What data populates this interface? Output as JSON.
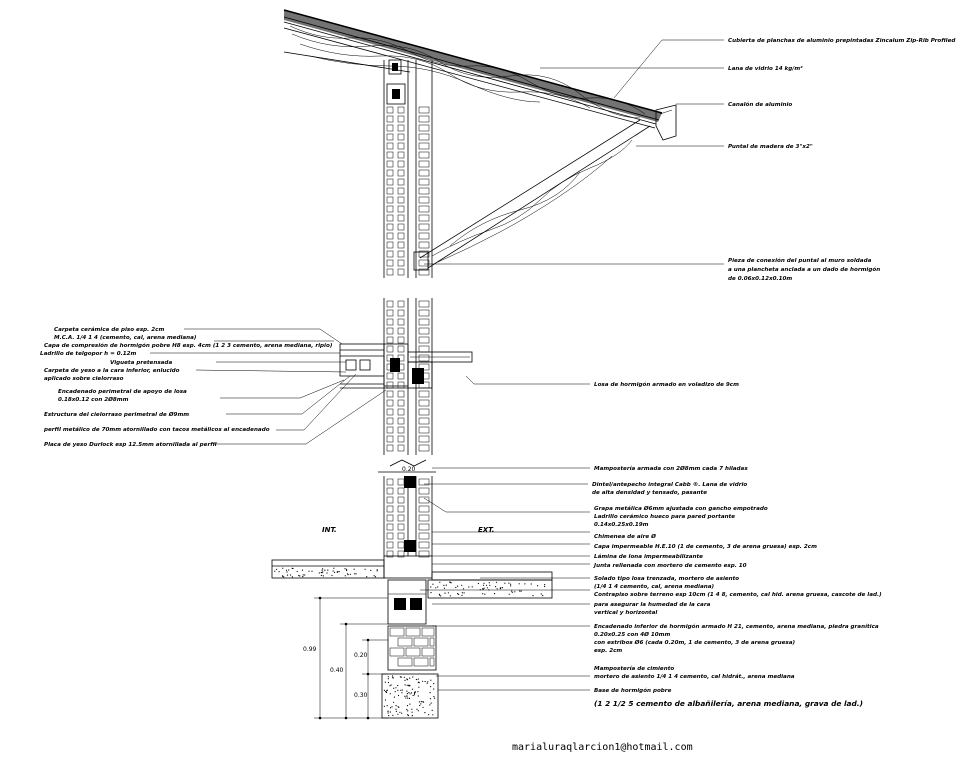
{
  "title_labels": {
    "roof_cover": "Cubierta de planchas de aluminio prepintadas Zincalum Zip-Rib Profiled",
    "glass_wool": "Lana de vidrio 14 kg/m²",
    "gutter": "Canalón de aluminio",
    "strut": "Puntal de madera de 3\"x2\"",
    "strut_anchor_1": "Pieza de conexión del puntal al muro soldada",
    "strut_anchor_2": "a una plancheta anclada a un dado de hormigón",
    "strut_anchor_3": "de 0.06x0.12x0.10m",
    "slab": "Losa de hormigón armado en voladizo de 9cm",
    "floor_1": "Carpeta cerámica de piso esp. 2cm",
    "floor_2": "M.C.A. 1/4 1 4 (cemento, cal, arena mediana)",
    "floor_3": "Capa de compresión de hormigón pobre H8 esp. 4cm (1 2 3 cemento, arena mediana, ripio)",
    "floor_4": "Ladrillo de telgopor h = 0.12m",
    "floor_5": "Vigueta pretensada",
    "floor_6": "Carpeta de yeso a la cara inferior, enlucido",
    "floor_7": "aplicado sobre cielorraso",
    "beam_1": "Encadenado perimetral de apoyo de losa",
    "beam_2": "0.18x0.12 con 2Ø8mm",
    "steel_1": "Estructura del cielorraso perimetral de Ø9mm",
    "steel_2": "perfil metálico de 70mm atornillado con tacos metálicos al encadenado",
    "plaster": "Placa de yeso Durlock esp 12.5mm atornillada al perfil",
    "masonry_reinforced": "Mampostería armada con 2Ø8mm cada 7 hiladas",
    "sill_1": "Dintel/antepecho integral Cabb ®. Lana de vidrio",
    "sill_2": "de alta densidad y tensado, pasante",
    "hook_1": "Grapa metálica Ø6mm ajustada con gancho empotrado",
    "hook_2": "Ladrillo cerámico hueco para pared portante",
    "hook_3": "0.14x0.25x0.19m",
    "chimney": "Chimenea de aire Ø",
    "waterproof": "Capa impermeable H.E.10 (1 de cemento, 3 de arena gruesa) esp. 2cm",
    "membrane_1": "Lámina de lona impermeabilizante",
    "membrane_2": "Junta rellenada con mortero de cemento esp. 10",
    "sidewalk_1": "Solado tipo losa trenzada, mortero de asiento",
    "sidewalk_2": "(1/4 1 4 cemento, cal, arena mediana)",
    "contrapiso": "Contrapiso sobre terreno esp 10cm (1 4 8, cemento, cal hid. arena gruesa, cascote de lad.)",
    "contrapiso_2": "para asegurar la humedad de la cara",
    "contrapiso_3": "vertical y horizontal",
    "footing_1": "Encadenado inferior de hormigón armado H 21, cemento, arena mediana, piedra granítica",
    "footing_2": "0.20x0.25 con 4Ø 10mm",
    "footing_3": "con estribos Ø6 (cada 0.20m, 1 de cemento, 3 de arena gruesa)",
    "footing_4": "esp. 2cm",
    "foundation_masonry_1": "Mampostería de cimiento",
    "foundation_masonry_2": "mortero de asiento 1/4 1 4 cemento, cal hidrát., arena mediana",
    "base_1": "Base de hormigón pobre",
    "base_2": "(1 2 1/2 5 cemento de albañilería, arena mediana, grava de lad.)",
    "interior": "INT.",
    "exterior": "EXT.",
    "dim_total": "0.99",
    "dim_mid": "0.40",
    "dim_top": "0.20",
    "dim_bottom": "0.30",
    "dim_top_label": "0.20",
    "email": "marialuraqlarcion1@hotmail.com"
  }
}
